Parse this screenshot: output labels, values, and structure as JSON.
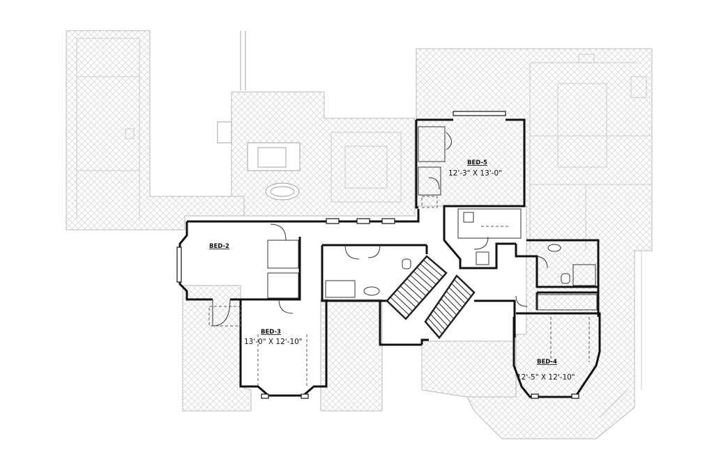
{
  "colors": {
    "wall": "#111111",
    "roof_hatch": "#c8c8c8",
    "background": "#ffffff"
  },
  "rooms": [
    {
      "id": "bed-5",
      "label": "BED-5",
      "dimensions": "12'-3\" X 13'-0\""
    },
    {
      "id": "bed-2",
      "label": "BED-2",
      "dimensions": ""
    },
    {
      "id": "bed-3",
      "label": "BED-3",
      "dimensions": "13'-0\" X 12'-10\""
    },
    {
      "id": "bed-4",
      "label": "BED-4",
      "dimensions": "12'-5\" X 12'-10\""
    }
  ]
}
